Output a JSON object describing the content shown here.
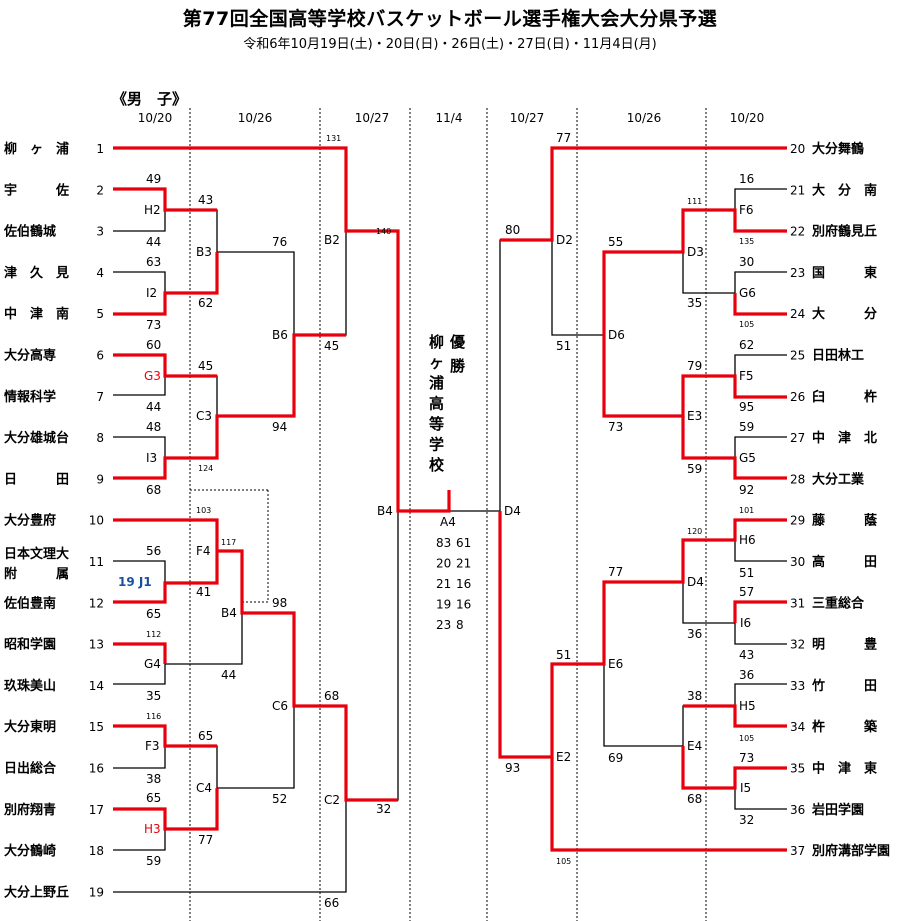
{
  "header": {
    "title": "第77回全国高等学校バスケットボール選手権大会大分県予選",
    "subtitle": "令和6年10月19日(土)・20日(日)・26日(土)・27日(日)・11月4日(月)"
  },
  "category": "《男　子》",
  "dates": [
    "10/20",
    "10/26",
    "10/27",
    "11/4",
    "10/27",
    "10/26",
    "10/20"
  ],
  "colors": {
    "win": "#e8000d",
    "line": "#000000",
    "blue": "#1a4fa0"
  },
  "left_teams": [
    {
      "seed": "1",
      "name": "柳　ヶ　浦"
    },
    {
      "seed": "2",
      "name": "宇　　　佐"
    },
    {
      "seed": "3",
      "name": "佐伯鶴城"
    },
    {
      "seed": "4",
      "name": "津　久　見"
    },
    {
      "seed": "5",
      "name": "中　津　南"
    },
    {
      "seed": "6",
      "name": "大分高専"
    },
    {
      "seed": "7",
      "name": "情報科学"
    },
    {
      "seed": "8",
      "name": "大分雄城台"
    },
    {
      "seed": "9",
      "name": "日　　　田"
    },
    {
      "seed": "10",
      "name": "大分豊府"
    },
    {
      "seed": "11",
      "name": "日本文理大"
    },
    {
      "seed": "12",
      "name": "佐伯豊南"
    },
    {
      "seed": "13",
      "name": "昭和学園"
    },
    {
      "seed": "14",
      "name": "玖珠美山"
    },
    {
      "seed": "15",
      "name": "大分東明"
    },
    {
      "seed": "16",
      "name": "日出総合"
    },
    {
      "seed": "17",
      "name": "別府翔青"
    },
    {
      "seed": "18",
      "name": "大分鶴崎"
    },
    {
      "seed": "19",
      "name": "大分上野丘"
    }
  ],
  "left_team_11_line2": "附　　　属",
  "right_teams": [
    {
      "seed": "20",
      "name": "大分舞鶴"
    },
    {
      "seed": "21",
      "name": "大　分　南"
    },
    {
      "seed": "22",
      "name": "別府鶴見丘"
    },
    {
      "seed": "23",
      "name": "国　　　東"
    },
    {
      "seed": "24",
      "name": "大　　　分"
    },
    {
      "seed": "25",
      "name": "日田林工"
    },
    {
      "seed": "26",
      "name": "臼　　　杵"
    },
    {
      "seed": "27",
      "name": "中　津　北"
    },
    {
      "seed": "28",
      "name": "大分工業"
    },
    {
      "seed": "29",
      "name": "藤　　　蔭"
    },
    {
      "seed": "30",
      "name": "高　　　田"
    },
    {
      "seed": "31",
      "name": "三重総合"
    },
    {
      "seed": "32",
      "name": "明　　　豊"
    },
    {
      "seed": "33",
      "name": "竹　　　田"
    },
    {
      "seed": "34",
      "name": "杵　　　築"
    },
    {
      "seed": "35",
      "name": "中　津　東"
    },
    {
      "seed": "36",
      "name": "岩田学園"
    },
    {
      "seed": "37",
      "name": "別府溝部学園"
    }
  ],
  "codes": {
    "H2": "H2",
    "I2": "I2",
    "G3": "G3",
    "I3": "I3",
    "F4": "F4",
    "J1": "19  J1",
    "G4": "G4",
    "F3": "F3",
    "H3": "H3",
    "B3": "B3",
    "C3": "C3",
    "B4": "B4",
    "C4": "C4",
    "B6": "B6",
    "C6": "C6",
    "B2": "B2",
    "C2": "C2",
    "B4f": "B4",
    "A4": "A4",
    "D4f": "D4",
    "D2": "D2",
    "D6": "D6",
    "E6": "E6",
    "E2": "E2",
    "D3": "D3",
    "E3": "E3",
    "D4": "D4",
    "E4": "E4",
    "F6": "F6",
    "G6": "G6",
    "F5": "F5",
    "G5": "G5",
    "H6": "H6",
    "I6": "I6",
    "H5": "H5",
    "I5": "I5"
  },
  "scores": {
    "s131": "131",
    "s140": "140",
    "s80": "80",
    "s77": "77",
    "s49": "49",
    "s44a": "44",
    "s43": "43",
    "s76": "76",
    "s63": "63",
    "s73a": "73",
    "s62": "62",
    "s45a": "45",
    "s60": "60",
    "s44b": "44",
    "s45b": "45",
    "s94": "94",
    "s48": "48",
    "s68a": "68",
    "s124": "124",
    "s103": "103",
    "s56": "56",
    "s117": "117",
    "s41": "41",
    "s65a": "65",
    "s98": "98",
    "s112": "112",
    "s44c": "44",
    "s35a": "35",
    "s116": "116",
    "s65b": "65",
    "s38a": "38",
    "s68b": "68",
    "s65c": "65",
    "s52": "52",
    "s32a": "32",
    "s77b": "77",
    "s59a": "59",
    "s66": "66",
    "s16": "16",
    "s111": "111",
    "s135": "135",
    "s55": "55",
    "s30": "30",
    "s35b": "35",
    "s105a": "105",
    "s51a": "51",
    "s62b": "62",
    "s79": "79",
    "s95": "95",
    "s73b": "73",
    "s59b": "59",
    "s92": "92",
    "s101": "101",
    "s120": "120",
    "s51b": "51",
    "s77c": "77",
    "s57": "57",
    "s36a": "36",
    "s43b": "43",
    "s51c": "51",
    "s36b": "36",
    "s38b": "38",
    "s105b": "105",
    "s69": "69",
    "s73c": "73",
    "s68c": "68",
    "s32b": "32",
    "s93": "93",
    "s105c": "105"
  },
  "final": {
    "champion_label": "優勝",
    "champion_team": "柳ヶ浦高等学校",
    "quarters": [
      [
        "83",
        "61"
      ],
      [
        "20",
        "21"
      ],
      [
        "21",
        "16"
      ],
      [
        "19",
        "16"
      ],
      [
        "23",
        "8"
      ]
    ]
  }
}
